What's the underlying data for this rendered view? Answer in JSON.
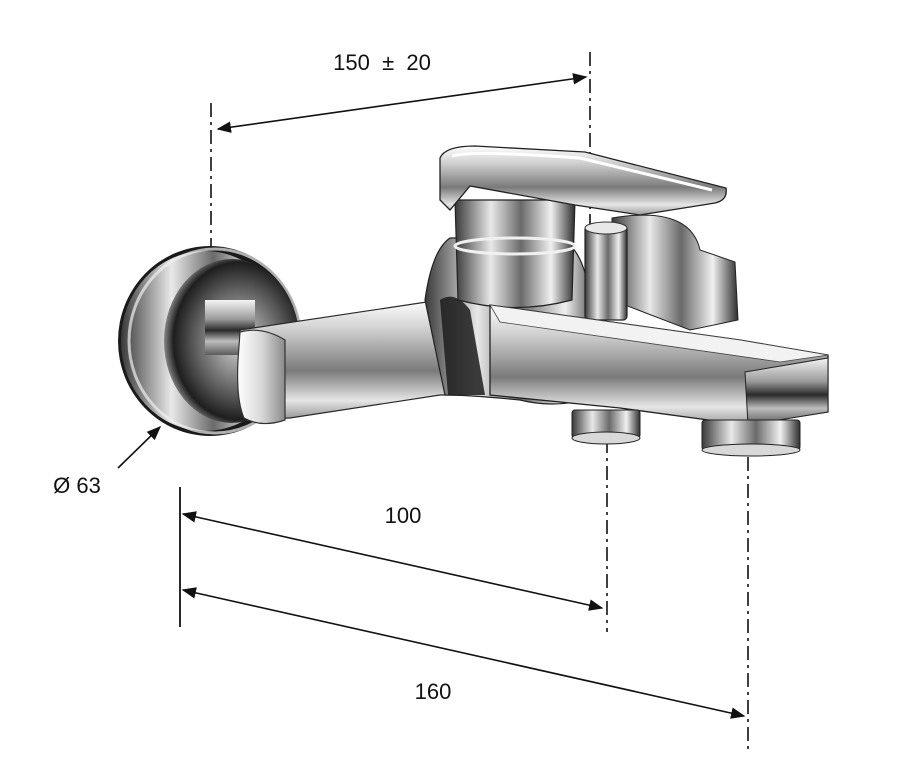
{
  "dimensions": {
    "width_tolerance": "150  ±  20",
    "rosette_diameter": "Ø 63",
    "outlet_one": "100",
    "outlet_two": "160"
  },
  "colors": {
    "line": "#111111",
    "chrome_dark": "#1a1a1a",
    "chrome_mid": "#8c8c8c",
    "chrome_light": "#f2f2f2"
  }
}
